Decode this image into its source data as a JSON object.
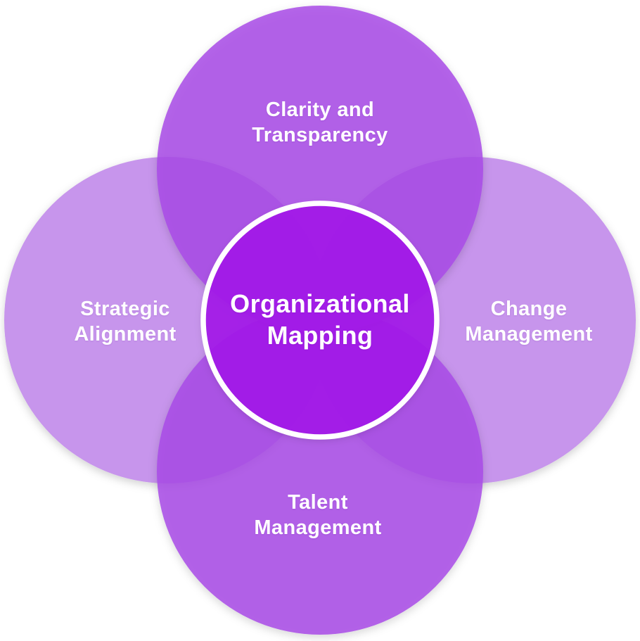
{
  "diagram": {
    "name": "Organizational Mapping Venn Diagram",
    "background": "#FFFFFF",
    "colors": {
      "side_circle": "#C795EC",
      "axis_circle": "#A84AE6",
      "center_circle": "#A315E9",
      "center_ring": "#FFFFFF",
      "label_text": "#FFFFFF"
    },
    "center": {
      "label": "Organizational Mapping",
      "lines": [
        "Organizational",
        "Mapping"
      ]
    },
    "nodes": [
      {
        "position": "top",
        "label": "Clarity and Transparency",
        "lines": [
          "Clarity and",
          "Transparency"
        ]
      },
      {
        "position": "right",
        "label": "Change Management",
        "lines": [
          "Change",
          "Management"
        ]
      },
      {
        "position": "bottom",
        "label": "Talent Management",
        "lines": [
          "Talent",
          "Management"
        ]
      },
      {
        "position": "left",
        "label": "Strategic Alignment",
        "lines": [
          "Strategic",
          "Alignment"
        ]
      }
    ]
  }
}
